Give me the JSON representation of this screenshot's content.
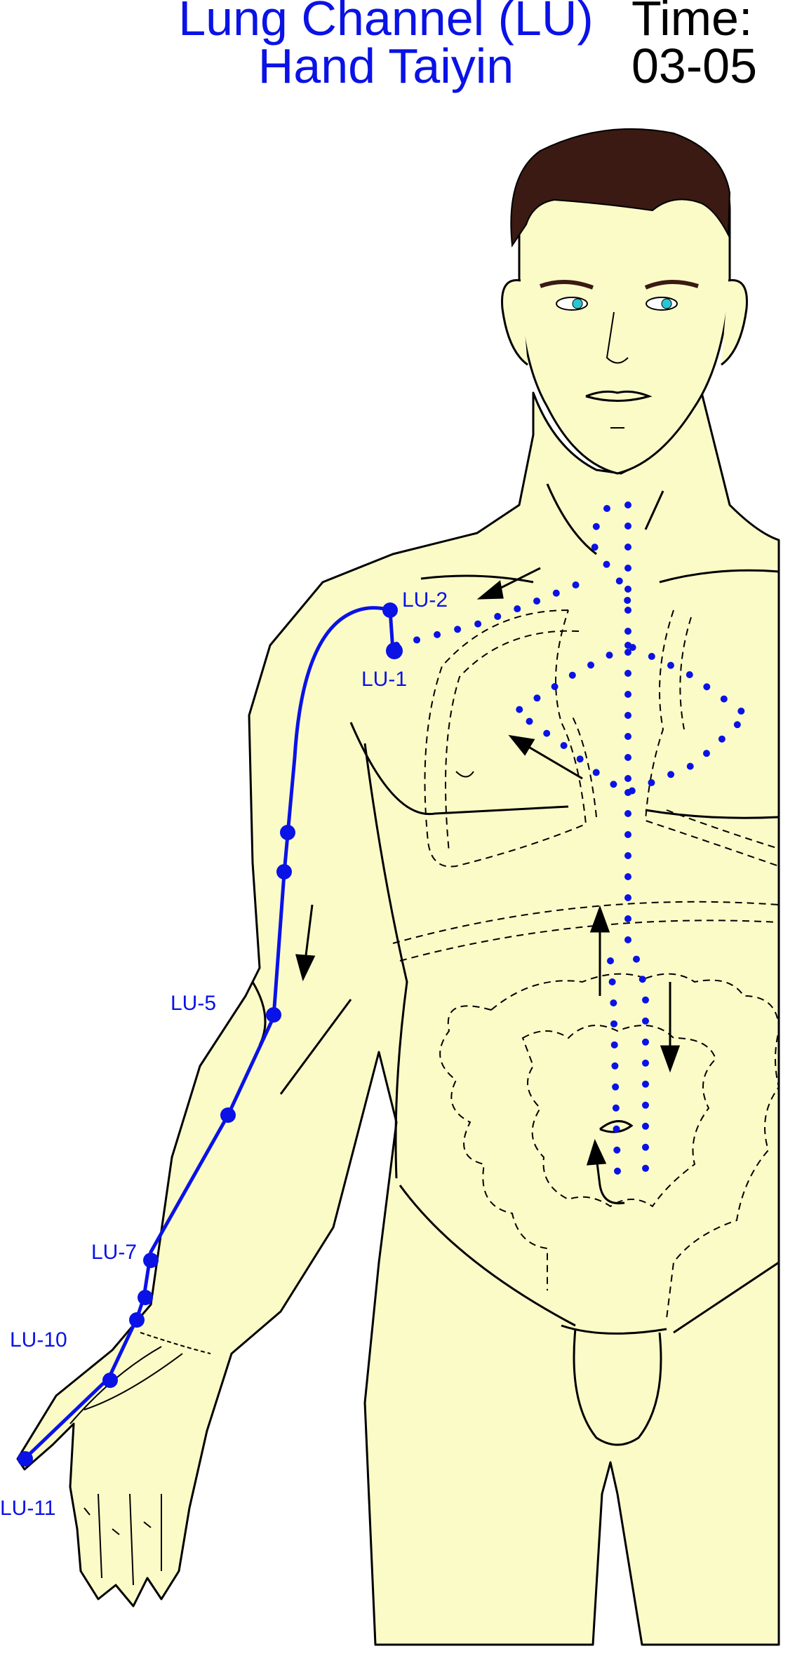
{
  "header": {
    "title_line1": "Lung Channel (LU)",
    "title_line2": "Hand Taiyin",
    "time_label": "Time:",
    "time_value": "03-05"
  },
  "point_labels": {
    "lu1": "LU-1",
    "lu2": "LU-2",
    "lu5": "LU-5",
    "lu7": "LU-7",
    "lu10": "LU-10",
    "lu11": "LU-11"
  },
  "colors": {
    "channel": "#0a12e6",
    "skin": "#fbfbc8",
    "hair": "#3a1a12",
    "outline": "#000000"
  }
}
